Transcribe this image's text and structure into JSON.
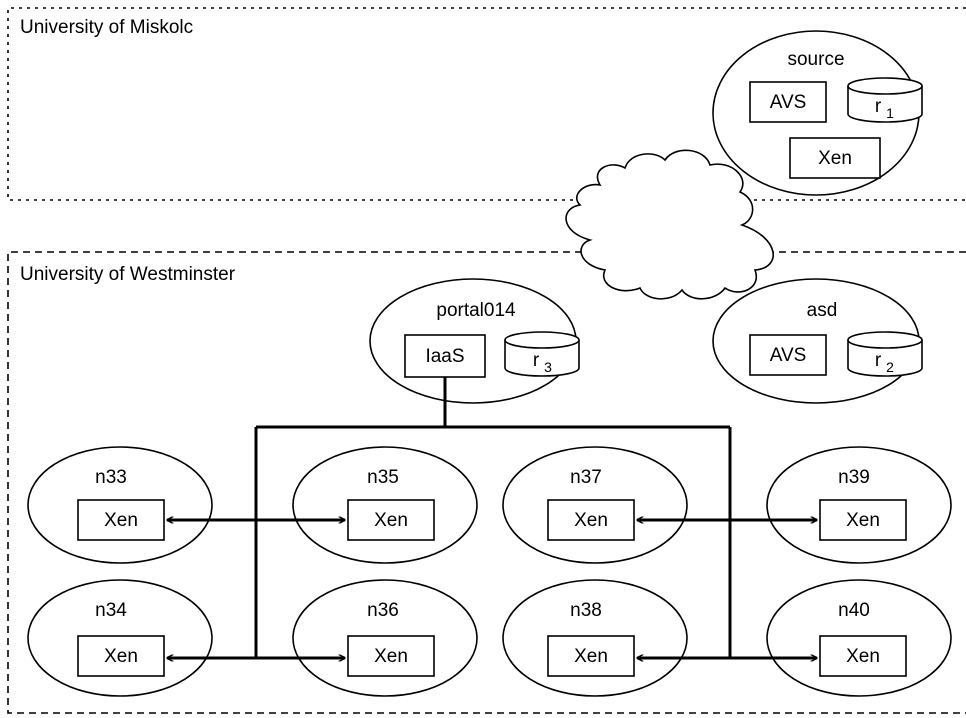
{
  "regions": {
    "miskolc": {
      "label": "University of Miskolc"
    },
    "westminster": {
      "label": "University of Westminster"
    }
  },
  "hosts": {
    "source": {
      "name": "source",
      "avs": "AVS",
      "repo_letter": "r",
      "repo_index": "1",
      "hypervisor": "Xen"
    },
    "portal": {
      "name": "portal014",
      "iaas": "IaaS",
      "repo_letter": "r",
      "repo_index": "3"
    },
    "asd": {
      "name": "asd",
      "avs": "AVS",
      "repo_letter": "r",
      "repo_index": "2"
    },
    "nodes": [
      {
        "name": "n33",
        "hypervisor": "Xen"
      },
      {
        "name": "n35",
        "hypervisor": "Xen"
      },
      {
        "name": "n37",
        "hypervisor": "Xen"
      },
      {
        "name": "n39",
        "hypervisor": "Xen"
      },
      {
        "name": "n34",
        "hypervisor": "Xen"
      },
      {
        "name": "n36",
        "hypervisor": "Xen"
      },
      {
        "name": "n38",
        "hypervisor": "Xen"
      },
      {
        "name": "n40",
        "hypervisor": "Xen"
      }
    ]
  },
  "colors": {
    "stroke": "#000000",
    "background": "#ffffff"
  }
}
